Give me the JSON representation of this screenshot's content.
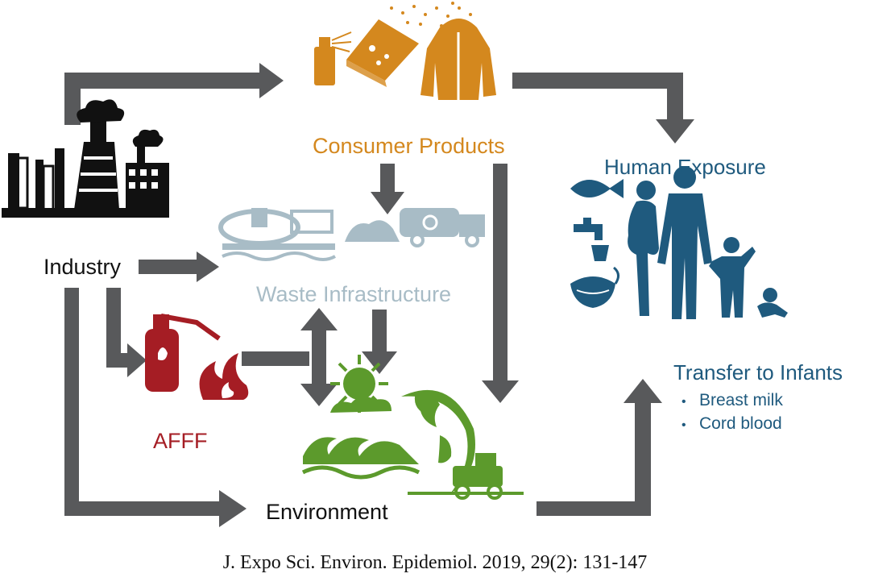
{
  "nodes": {
    "consumer_products": "Consumer Products",
    "human_exposure": "Human Exposure",
    "industry": "Industry",
    "waste_infrastructure": "Waste Infrastructure",
    "afff": "AFFF",
    "environment": "Environment",
    "transfer_to_infants": "Transfer to Infants"
  },
  "transfer_items": [
    "Breast milk",
    "Cord blood"
  ],
  "citation": "J. Expo Sci. Environ. Epidemiol. 2019, 29(2): 131-147",
  "colors": {
    "arrow": "#58595b",
    "consumer": "#d4881e",
    "human": "#1f5a7e",
    "waste": "#a8bcc6",
    "afff": "#a51d24",
    "environment": "#5c9a2c",
    "industry": "#111111"
  },
  "icons": {
    "industry": "factory-icon",
    "consumer_products": [
      "spray-can-icon",
      "pizza-box-icon",
      "rain-jacket-icon"
    ],
    "waste": [
      "treatment-plant-icon",
      "landfill-icon",
      "garbage-truck-icon"
    ],
    "afff": [
      "fire-extinguisher-icon",
      "flame-icon"
    ],
    "environment": [
      "sun-icon",
      "wave-icon",
      "globe-icon",
      "tractor-icon"
    ],
    "human": [
      "fish-icon",
      "faucet-icon",
      "dust-mask-icon",
      "family-icon"
    ]
  }
}
